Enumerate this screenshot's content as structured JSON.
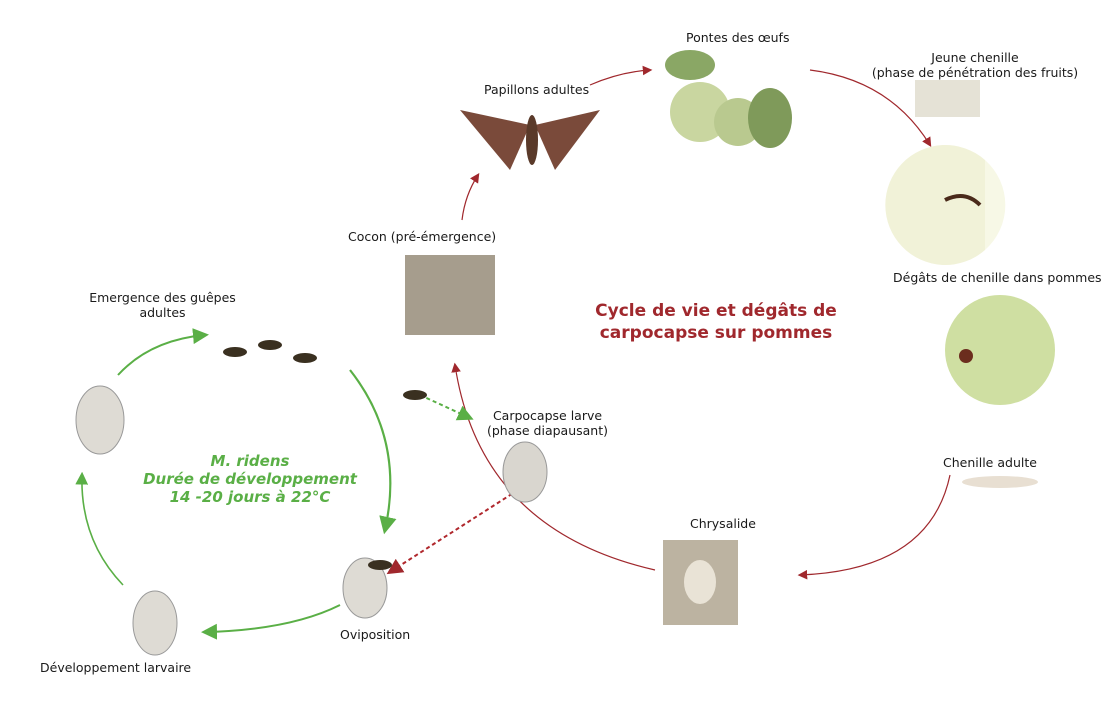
{
  "title": {
    "line1": "Cycle de vie et dégâts de",
    "line2": "carpocapse sur pommes"
  },
  "parasitoid": {
    "line1": "M. ridens",
    "line2": "Durée de développement",
    "line3": "14 -20 jours à 22°C"
  },
  "stages": {
    "pontes": "Pontes des œufs",
    "papillons": "Papillons adultes",
    "jeune_l1": "Jeune chenille",
    "jeune_l2": "(phase de pénétration des fruits)",
    "degats": "Dégâts de chenille dans pommes",
    "chenille_adulte": "Chenille adulte",
    "chrysalide": "Chrysalide",
    "cocon": "Cocon (pré-émergence)",
    "larve_l1": "Carpocapse larve",
    "larve_l2": "(phase diapausant)",
    "emergence_l1": "Emergence des guêpes",
    "emergence_l2": "adultes",
    "oviposition": "Oviposition",
    "dev_larvaire": "Développement larvaire"
  },
  "colors": {
    "red": "#a0282d",
    "green": "#5aaf46"
  }
}
